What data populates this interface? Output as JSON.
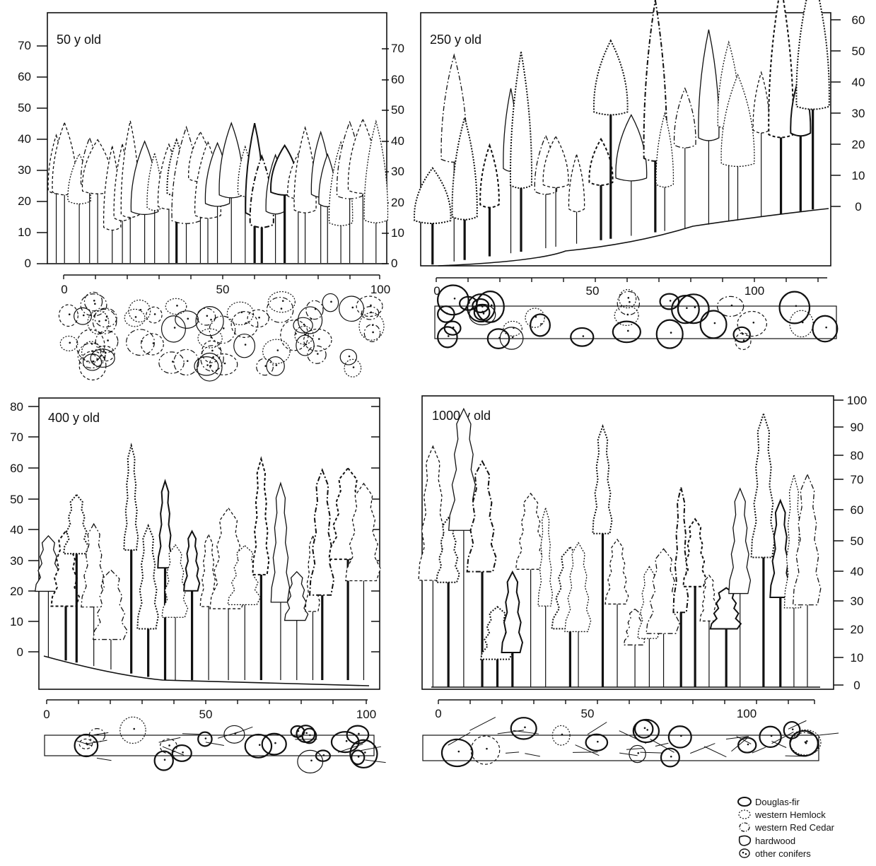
{
  "colors": {
    "ink": "#111111",
    "paper": "#ffffff"
  },
  "panels": [
    {
      "id": "p50",
      "title": "50 y old",
      "left_axis": [
        "0",
        "10",
        "20",
        "30",
        "40",
        "50",
        "60",
        "70"
      ],
      "right_axis": [
        "0",
        "10",
        "20",
        "30",
        "40",
        "50",
        "60",
        "70"
      ],
      "bottom_axis": [
        "0",
        "50",
        "100"
      ]
    },
    {
      "id": "p250",
      "title": "250 y old",
      "right_axis": [
        "0",
        "10",
        "20",
        "30",
        "40",
        "50",
        "60"
      ],
      "bottom_axis": [
        "0",
        "50",
        "100"
      ]
    },
    {
      "id": "p400",
      "title": "400 y old",
      "left_axis": [
        "0",
        "10",
        "20",
        "30",
        "40",
        "50",
        "60",
        "70",
        "80"
      ],
      "bottom_axis": [
        "0",
        "50",
        "100"
      ]
    },
    {
      "id": "p1000",
      "title": "1000 y old",
      "right_axis": [
        "0",
        "10",
        "20",
        "30",
        "40",
        "50",
        "60",
        "70",
        "80",
        "90",
        "100"
      ],
      "bottom_axis": [
        "0",
        "50",
        "100"
      ]
    }
  ],
  "legend": [
    {
      "icon": "douglas-fir-icon",
      "label": "Douglas-fir"
    },
    {
      "icon": "western-hemlock-icon",
      "label": "western Hemlock"
    },
    {
      "icon": "western-red-cedar-icon",
      "label": "western Red Cedar"
    },
    {
      "icon": "hardwood-icon",
      "label": "hardwood"
    },
    {
      "icon": "other-conifers-icon",
      "label": "other conifers"
    }
  ]
}
